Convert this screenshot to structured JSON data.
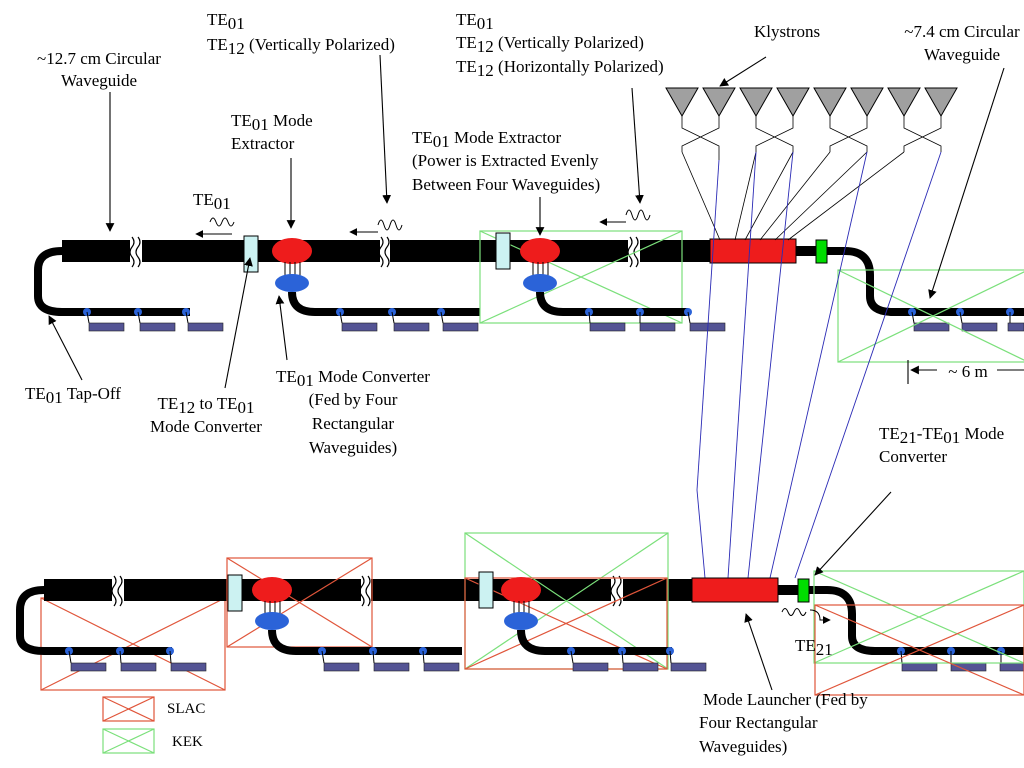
{
  "labels": {
    "waveguide_large": [
      "~12.7 cm Circular",
      "Waveguide"
    ],
    "te01_sig_top": "TE",
    "te01_sig_top_sub": "01",
    "extractor1": [
      "TE01 Mode",
      "Extractor"
    ],
    "top_modes_a": [
      "TE01",
      "TE12 (Vertically Polarized)"
    ],
    "top_modes_b": [
      "TE01",
      "TE12 (Vertically Polarized)",
      "TE12 (Horizontally Polarized)"
    ],
    "extractor2": [
      "TE01 Mode Extractor",
      "(Power is Extracted Evenly",
      "Between Four Waveguides)"
    ],
    "klystrons": "Klystrons",
    "waveguide_small": [
      "~7.4 cm Circular",
      "Waveguide"
    ],
    "tap_off": "TE01 Tap-Off",
    "te12_converter": [
      "TE12 to TE01",
      "Mode Converter"
    ],
    "te01_converter": [
      "TE01 Mode Converter",
      "(Fed by Four",
      "Rectangular",
      "Waveguides)"
    ],
    "six_m": "~ 6 m",
    "te21_converter": [
      "TE21-TE01 Mode",
      "Converter"
    ],
    "te21_sig": "TE",
    "te21_sig_sub": "21",
    "mode_launcher": [
      "Mode Launcher (Fed by",
      "Four Rectangular",
      "Waveguides)"
    ]
  },
  "legend": [
    {
      "name": "SLAC",
      "color": "#e0553a"
    },
    {
      "name": "KEK",
      "color": "#7be07b"
    }
  ],
  "colors": {
    "pipe": "#000000",
    "extractor": "#ee1c1c",
    "converter": "#2b63d8",
    "coupler": "#ccf2f2",
    "launcher": "#ee1c1c",
    "te21_box": "#00dd00",
    "tap": "#545494",
    "klystron": "#a0a0a0",
    "feed_line": "#2a2ab5"
  }
}
